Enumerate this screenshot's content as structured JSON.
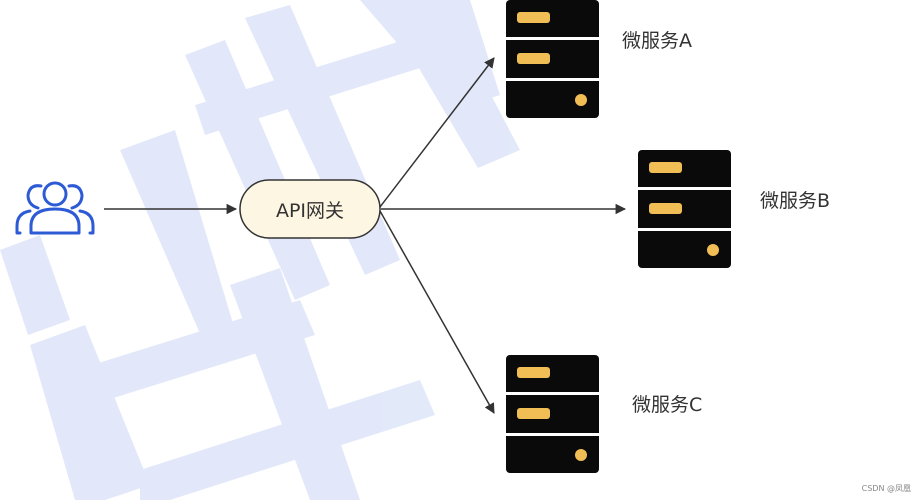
{
  "gateway": {
    "label": "API网关"
  },
  "services": [
    {
      "label": "微服务A"
    },
    {
      "label": "微服务B"
    },
    {
      "label": "微服务C"
    }
  ],
  "icons": {
    "client": "users-icon",
    "service": "server-icon"
  },
  "credit": "CSDN @凤凰",
  "colors": {
    "client_icon": "#2d5bd6",
    "gateway_fill": "#fdf6e3",
    "server_body": "#0a0a0a",
    "server_accent": "#f0be55",
    "arrow": "#333333",
    "watermark": "#dde5f8"
  }
}
